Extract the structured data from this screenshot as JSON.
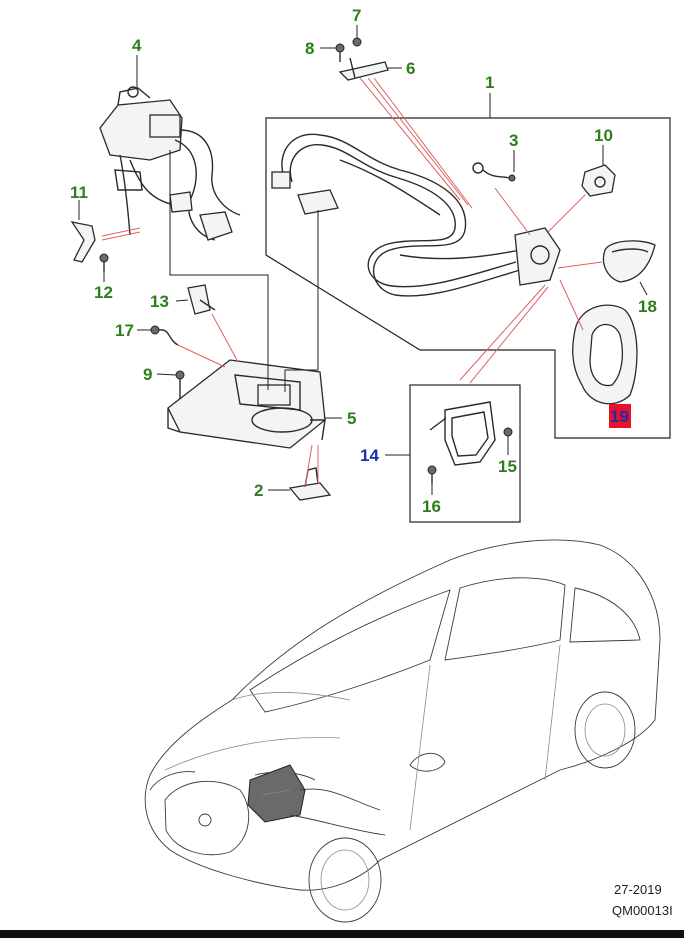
{
  "callouts": [
    {
      "id": "1",
      "label": "1"
    },
    {
      "id": "2",
      "label": "2"
    },
    {
      "id": "3",
      "label": "3"
    },
    {
      "id": "4",
      "label": "4"
    },
    {
      "id": "5",
      "label": "5"
    },
    {
      "id": "6",
      "label": "6"
    },
    {
      "id": "7",
      "label": "7"
    },
    {
      "id": "8",
      "label": "8"
    },
    {
      "id": "9",
      "label": "9"
    },
    {
      "id": "10",
      "label": "10"
    },
    {
      "id": "11",
      "label": "11"
    },
    {
      "id": "12",
      "label": "12"
    },
    {
      "id": "13",
      "label": "13"
    },
    {
      "id": "14",
      "label": "14"
    },
    {
      "id": "15",
      "label": "15"
    },
    {
      "id": "16",
      "label": "16"
    },
    {
      "id": "17",
      "label": "17"
    },
    {
      "id": "18",
      "label": "18"
    },
    {
      "id": "19",
      "label": "19"
    }
  ],
  "footer": {
    "date_code": "27-2019",
    "illustration_code": "QM00013I"
  },
  "colors": {
    "callout_green": "#2e7d1e",
    "callout_blue": "#1a2fa8",
    "highlight_red": "#e8102a",
    "leader_red": "#e06060"
  },
  "highlighted_callout": "19"
}
